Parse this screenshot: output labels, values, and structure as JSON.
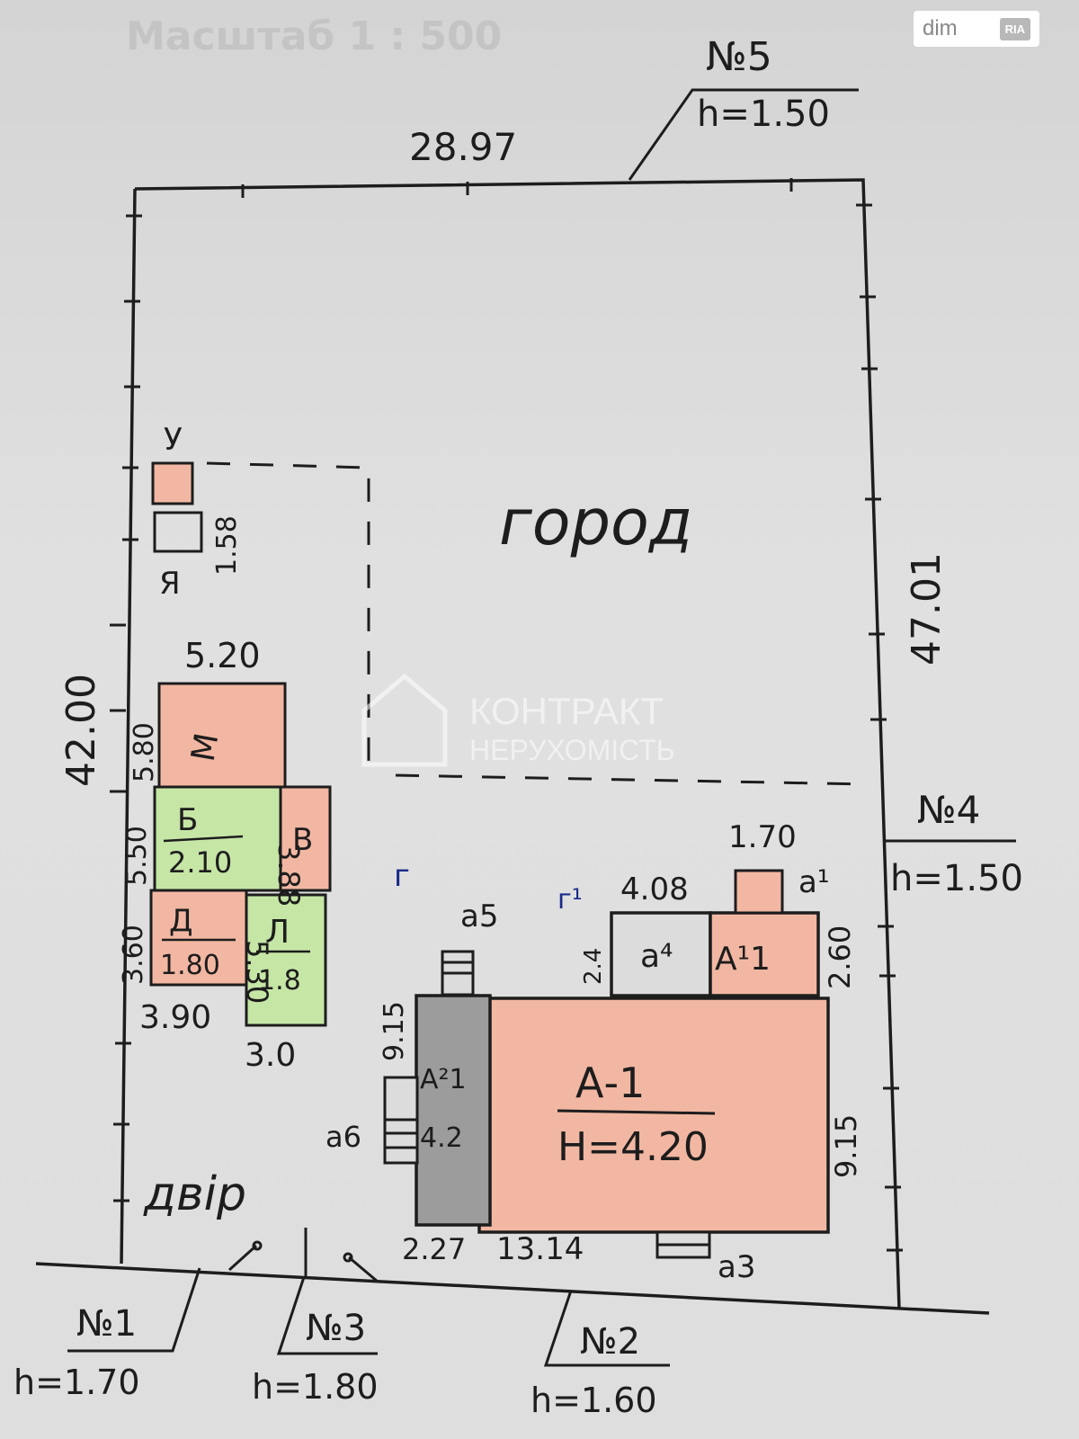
{
  "watermark_top": "Масштаб 1 : 500",
  "badge": {
    "dim": "dim",
    "ria": "RIA"
  },
  "brand": {
    "line1": "КОНТРАКТ",
    "line2": "НЕРУХОМІСТЬ"
  },
  "plan": {
    "top_length": "28.97",
    "right_length": "47.01",
    "left_length": "42.00",
    "garden_label": "город",
    "yard_label": "двір",
    "main_house": {
      "name": "А-1",
      "height": "Н=4.20",
      "width": "13.14",
      "depth": "9.15"
    },
    "annex_a2": {
      "name": "А²1",
      "width": "4.2"
    },
    "annex_a1": {
      "name": "А¹1",
      "right_dim": "2.60"
    },
    "a4": {
      "name": "а⁴",
      "width": "4.08",
      "height": "2.4"
    },
    "small_a1": {
      "name": "а¹",
      "width": "1.70"
    },
    "porches": {
      "a3": "а3",
      "a5": "а5",
      "a6": "а6"
    },
    "pad_label": "г¹",
    "yard_marker": "г",
    "outbuildings": [
      {
        "name": "М",
        "dim": "5.80"
      },
      {
        "name": "Б",
        "dim": "2.10"
      },
      {
        "name": "В",
        "dim": "3.88"
      },
      {
        "name": "Д",
        "dim": "1.80"
      },
      {
        "name": "Л",
        "dim": "1.8"
      }
    ],
    "outbuilding_dims": {
      "top": "5.20",
      "left1": "5.80",
      "left2": "5.50",
      "left3": "3.60",
      "bottom1": "3.90",
      "bottom2": "3.0",
      "right": "5.30"
    },
    "small_sheds": {
      "upper": "У",
      "lower": "Я",
      "dim": "1.58"
    },
    "other_dims": {
      "annex_left": "2.27",
      "annex_depth": "9.15"
    },
    "fences": [
      {
        "id": "№1",
        "h": "h=1.70"
      },
      {
        "id": "№2",
        "h": "h=1.60"
      },
      {
        "id": "№3",
        "h": "h=1.80"
      },
      {
        "id": "№4",
        "h": "h=1.50"
      },
      {
        "id": "№5",
        "h": "h=1.50"
      }
    ]
  },
  "colors": {
    "salmon": "#f2b7a2",
    "green": "#c6e6a6",
    "gray": "#9c9c9c",
    "ink": "#1d1d1d"
  }
}
